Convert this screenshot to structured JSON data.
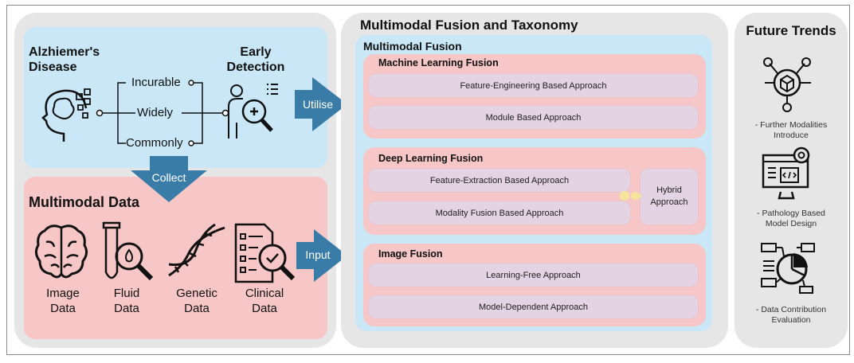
{
  "left": {
    "disease_label": "Alzhiemer's\nDisease",
    "detection_label": "Early\nDetection",
    "props": [
      "Incurable",
      "Widely",
      "Commonly"
    ],
    "collect": "Collect",
    "utilise": "Utilise",
    "input": "Input",
    "data_title": "Multimodal Data",
    "data_items": [
      "Image\nData",
      "Fluid\nData",
      "Genetic\nData",
      "Clinical\nData"
    ]
  },
  "center": {
    "title": "Multimodal Fusion and Taxonomy",
    "fusion_title": "Multimodal Fusion",
    "ml": {
      "title": "Machine Learning Fusion",
      "items": [
        "Feature-Engineering Based Approach",
        "Module Based Approach"
      ]
    },
    "dl": {
      "title": "Deep Learning Fusion",
      "items": [
        "Feature-Extraction Based Approach",
        "Modality Fusion Based Approach"
      ],
      "hybrid": "Hybrid\nApproach"
    },
    "img": {
      "title": "Image Fusion",
      "items": [
        "Learning-Free Approach",
        "Model-Dependent Approach"
      ]
    }
  },
  "right": {
    "title": "Future Trends",
    "items": [
      "- Further Modalities\nIntroduce",
      "- Pathology Based\nModel Design",
      "- Data Contribution\nEvaluation"
    ]
  },
  "colors": {
    "blue": "#c9e7f6",
    "pink": "#f7c6c6",
    "arrow": "#3a7ca8",
    "lilac": "#e3d3e3"
  }
}
